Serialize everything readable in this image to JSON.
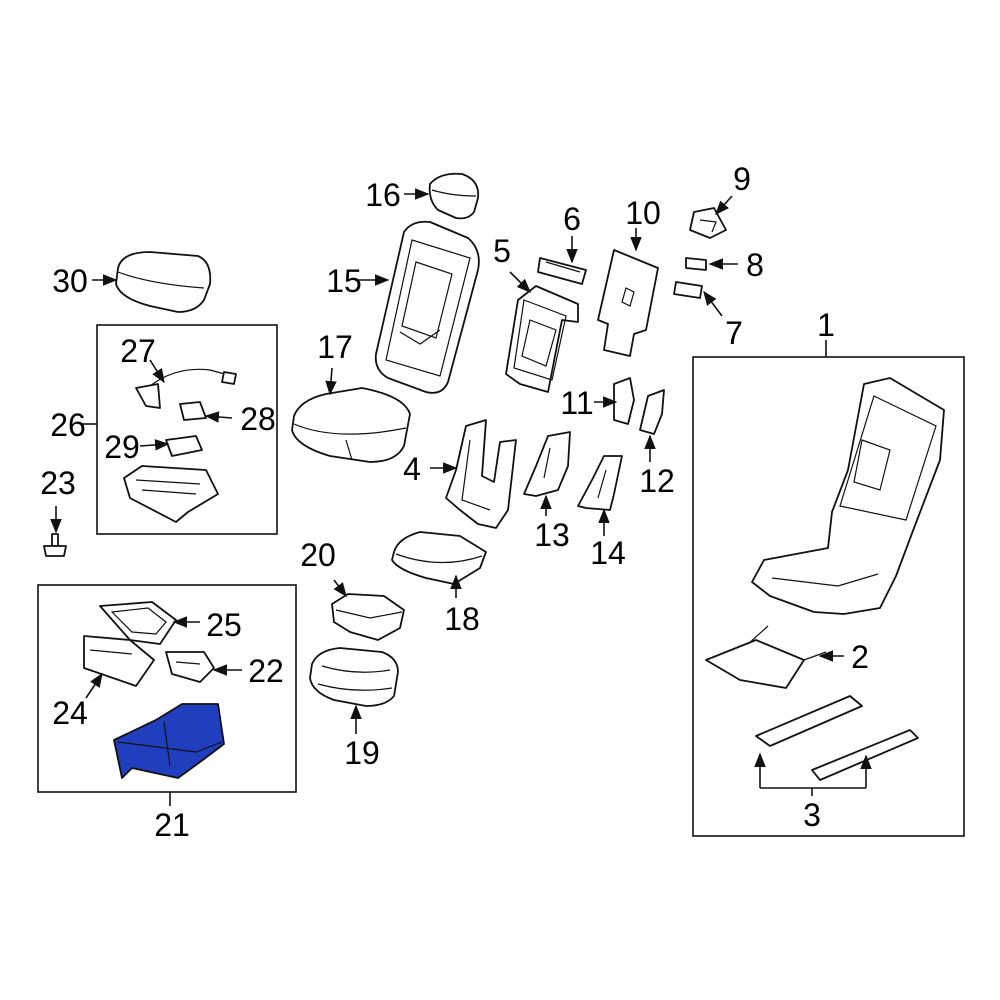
{
  "diagram": {
    "highlight_color": "#1f3fbf",
    "callouts": [
      "1",
      "2",
      "3",
      "4",
      "5",
      "6",
      "7",
      "8",
      "9",
      "10",
      "11",
      "12",
      "13",
      "14",
      "15",
      "16",
      "17",
      "18",
      "19",
      "20",
      "21",
      "22",
      "23",
      "24",
      "25",
      "26",
      "27",
      "28",
      "29",
      "30"
    ],
    "highlighted_part": "21"
  }
}
